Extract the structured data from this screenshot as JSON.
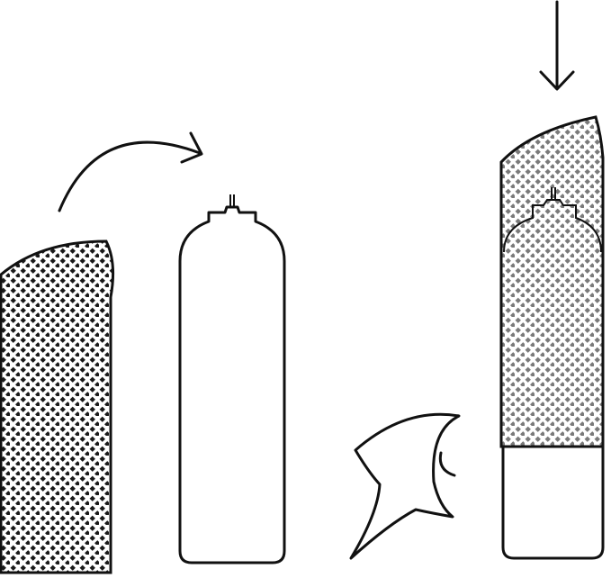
{
  "diagram": {
    "steps": [
      {
        "id": "step-1",
        "icon": "curved-arrow-icon"
      },
      {
        "id": "step-2",
        "icon": "down-arrow-icon"
      }
    ],
    "objects": [
      {
        "id": "patterned-sleeve",
        "icon": "sleeve-icon"
      },
      {
        "id": "spray-can",
        "icon": "aerosol-can-icon"
      },
      {
        "id": "torn-wrapper",
        "icon": "wrapper-scrap-icon"
      },
      {
        "id": "sleeved-can",
        "icon": "sleeved-can-icon"
      }
    ],
    "colors": {
      "stroke": "#111111",
      "dot_dark": "#1a1a1a",
      "dot_gray": "#7a7a7a",
      "background": "#ffffff"
    }
  }
}
